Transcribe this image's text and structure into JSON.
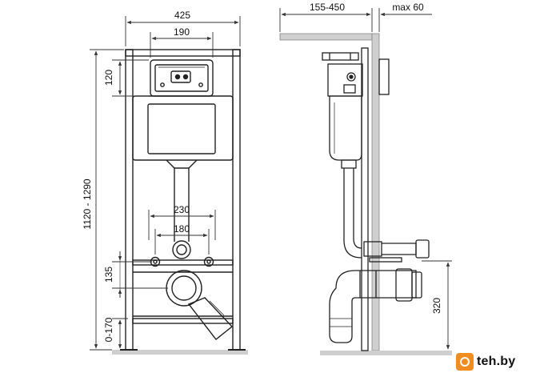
{
  "front": {
    "dims": {
      "width_total": "425",
      "width_plate": "190",
      "height_plate": "120",
      "height_total": "1120 - 1290",
      "span_outer": "230",
      "span_inner": "180",
      "height_studs": "135",
      "floor_range": "0-170"
    }
  },
  "side": {
    "dims": {
      "depth": "155-450",
      "wall": "max 60",
      "drain_height": "320"
    }
  },
  "watermark": {
    "text": "teh.by",
    "color": "#f28c1e"
  },
  "colors": {
    "line": "#222222",
    "dim": "#333333",
    "floor": "#cfcfcf"
  }
}
